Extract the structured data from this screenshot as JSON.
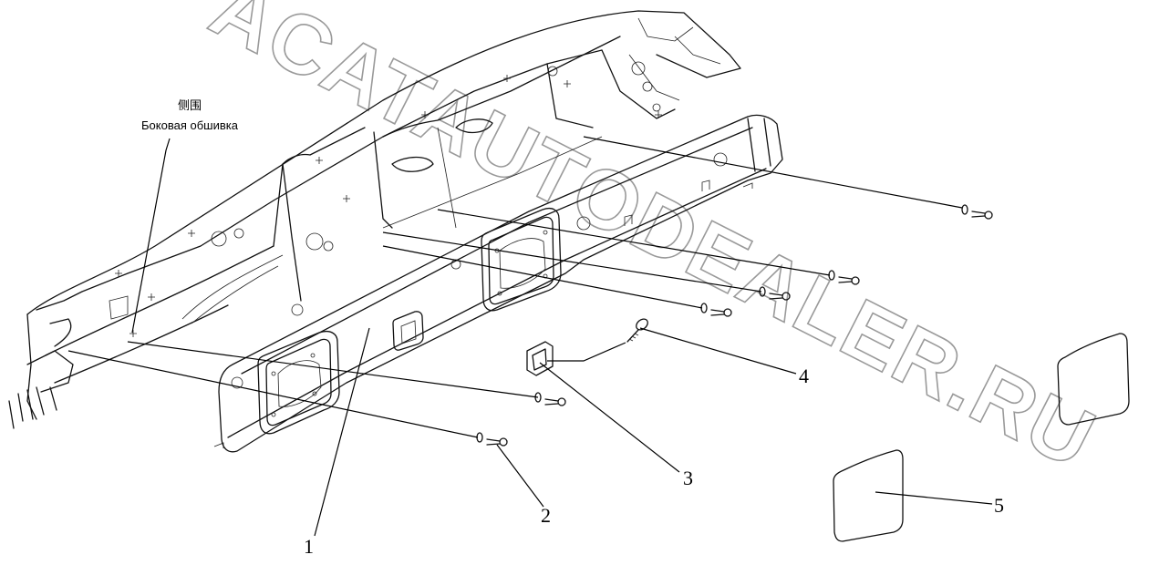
{
  "labels": {
    "side_panel_cn": "侧围",
    "side_panel_ru": "Боковая обшивка"
  },
  "callouts": [
    "1",
    "2",
    "3",
    "4",
    "5"
  ],
  "watermark": "ACATAUTODEALER.RU",
  "colors": {
    "line": "#111111",
    "watermark": "#9a9a9a",
    "background": "#ffffff"
  }
}
